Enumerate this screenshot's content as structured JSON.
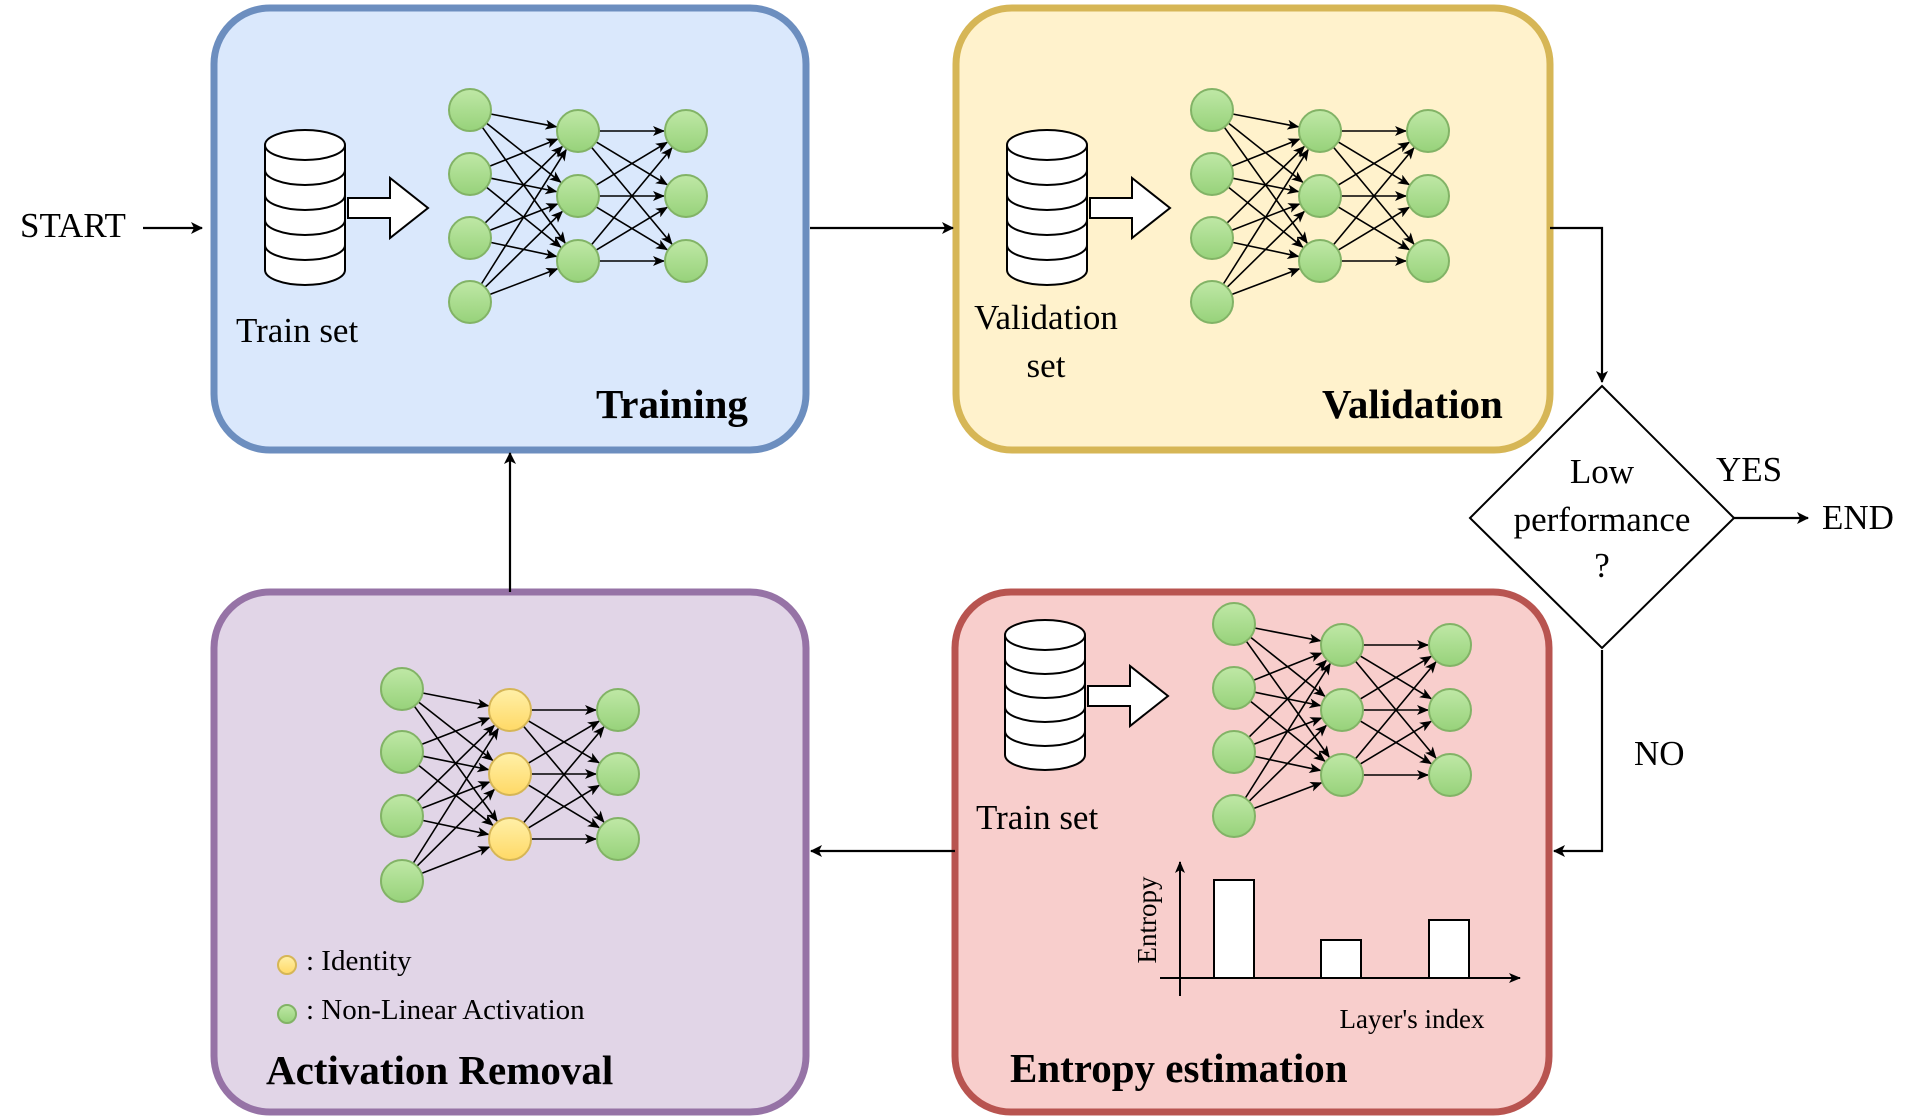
{
  "flow": {
    "start": "START",
    "end": "END",
    "yes": "YES",
    "no": "NO",
    "decision": [
      "Low",
      "performance",
      "?"
    ]
  },
  "training": {
    "title": "Training",
    "dataset": "Train set",
    "fill": "#dae8fc",
    "stroke": "#6c8ebf"
  },
  "validation": {
    "title": "Validation",
    "dataset": [
      "Validation",
      "set"
    ],
    "fill": "#fff2cc",
    "stroke": "#d6b656"
  },
  "entropy": {
    "title": "Entropy estimation",
    "dataset": "Train set",
    "fill": "#f8cecc",
    "stroke": "#b85450",
    "chart": {
      "ylabel": "Entropy",
      "xlabel": "Layer's index"
    }
  },
  "removal": {
    "title": "Activation Removal",
    "fill": "#e1d5e7",
    "stroke": "#9673a6",
    "legend": [
      {
        "label": ": Identity",
        "color": "#ffe680"
      },
      {
        "label": ": Non-Linear Activation",
        "color": "#a8dc8a"
      }
    ]
  },
  "colors": {
    "neuron_green": "#a8dc8a",
    "neuron_green_stroke": "#82b366",
    "neuron_yellow": "#ffe680",
    "neuron_yellow_stroke": "#d6b656"
  }
}
